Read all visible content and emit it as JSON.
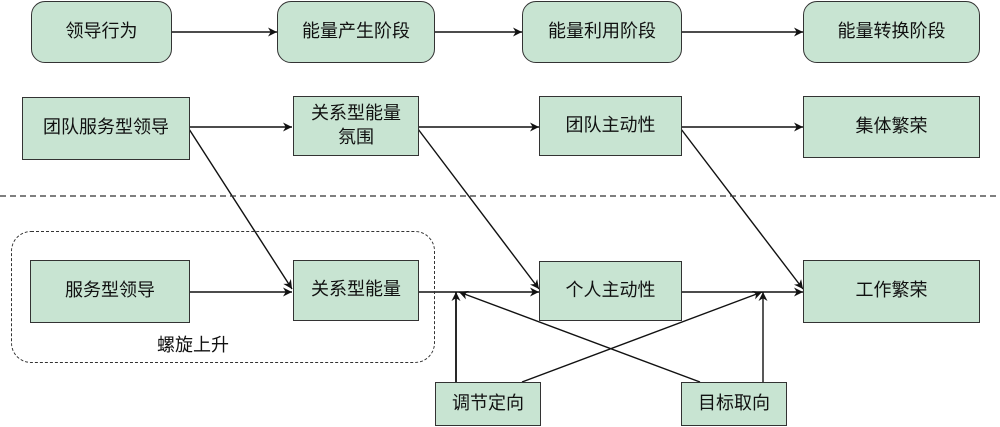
{
  "stages": {
    "leadership_behavior": "领导行为",
    "energy_generation": "能量产生阶段",
    "energy_utilization": "能量利用阶段",
    "energy_conversion": "能量转换阶段"
  },
  "team_level": {
    "team_servant_leadership": "团队服务型领导",
    "relational_energy_climate": "关系型能量氛围",
    "team_proactivity": "团队主动性",
    "collective_thriving": "集体繁荣"
  },
  "individual_level": {
    "servant_leadership": "服务型领导",
    "relational_energy": "关系型能量",
    "personal_proactivity": "个人主动性",
    "thriving_at_work": "工作繁荣"
  },
  "moderators": {
    "regulatory_orientation": "调节定向",
    "goal_orientation": "目标取向"
  },
  "group_label": "螺旋上升"
}
